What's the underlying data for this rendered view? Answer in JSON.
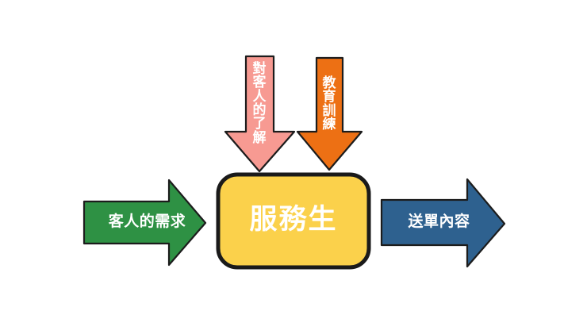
{
  "diagram": {
    "title": "服務生 (Waiter) Input-Output Flow Diagram",
    "background_color": "#ffffff",
    "nodes": [
      {
        "id": "waiter-box",
        "label": "服務生",
        "shape": "rounded-rectangle",
        "fill_color": "#FBD14B",
        "border_color": "#1a1a1a",
        "text_color": "#ffffff"
      }
    ],
    "arrows": [
      {
        "id": "customer-needs-arrow",
        "label": "客人的需求",
        "direction": "right",
        "orientation": "horizontal",
        "fill_color": "#2E9144",
        "text_color": "#ffffff",
        "role": "input"
      },
      {
        "id": "order-content-arrow",
        "label": "送單內容",
        "direction": "right",
        "orientation": "horizontal",
        "fill_color": "#2E618F",
        "text_color": "#ffffff",
        "role": "output"
      },
      {
        "id": "customer-understanding-arrow",
        "label": "對客人的了解",
        "direction": "down",
        "orientation": "vertical",
        "fill_color": "#F79A92",
        "text_color": "#ffffff",
        "role": "input"
      },
      {
        "id": "education-training-arrow",
        "label": "教育訓練",
        "direction": "down",
        "orientation": "vertical",
        "fill_color": "#ED7014",
        "text_color": "#ffffff",
        "role": "input"
      }
    ]
  }
}
